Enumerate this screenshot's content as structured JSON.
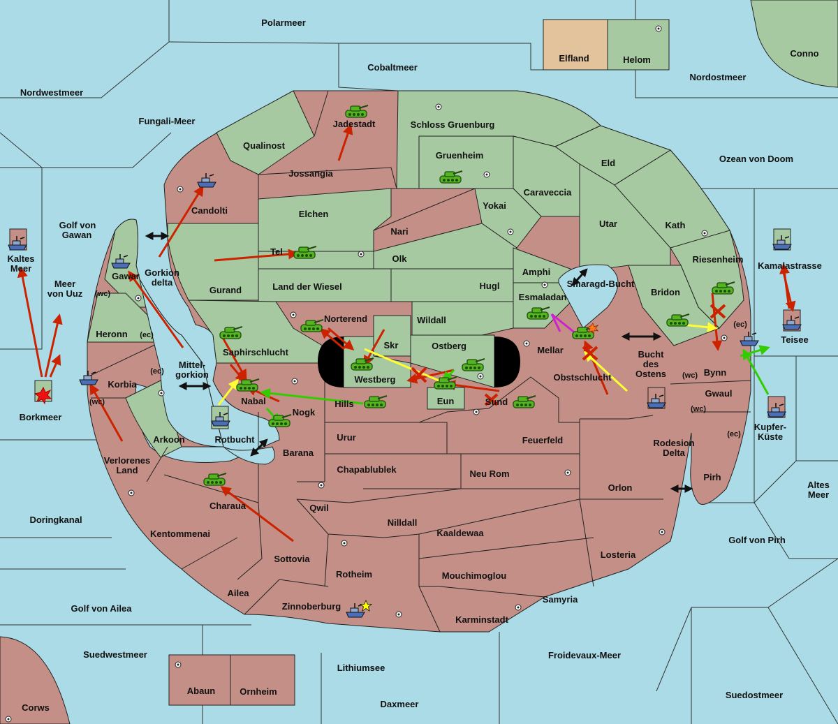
{
  "colors": {
    "sea": "#aadbe6",
    "neutral": "#a7c9a1",
    "red_power": "#c48f86",
    "elfland": "#e2c39b",
    "border": "#222222",
    "order_red": "#cc2200",
    "order_yellow": "#ffff33",
    "order_green": "#33cc00",
    "order_magenta": "#cc22cc",
    "supply_center": "#ffffff"
  },
  "provinces": {
    "elfland": "Elfland",
    "helom": "Helom",
    "jadestadt": "Jadestadt",
    "schloss_gruenburg": "Schloss Gruenburg",
    "qualinost": "Qualinost",
    "jossangia": "Jossangia",
    "gruenheim": "Gruenheim",
    "eld": "Eld",
    "caraveccia": "Caraveccia",
    "yokai": "Yokai",
    "candolti": "Candolti",
    "elchen": "Elchen",
    "nari": "Nari",
    "utar": "Utar",
    "kath": "Kath",
    "tel": "Tel",
    "olk": "Olk",
    "riesenheim": "Riesenheim",
    "amphi": "Amphi",
    "gurand": "Gurand",
    "land_der_wiesel": "Land der Wiesel",
    "hugl": "Hugl",
    "bridon": "Bridon",
    "esmaladan": "Esmaladan",
    "norterend": "Norterend",
    "wildall": "Wildall",
    "gawar": "Gawar",
    "gorkion_delta": "Gorkion delta",
    "heronn": "Heronn",
    "skr": "Skr",
    "ostberg": "Ostberg",
    "mellar": "Mellar",
    "saphirschlucht": "Saphirschlucht",
    "westberg": "Westberg",
    "obstschlucht": "Obstschlucht",
    "bynn": "Bynn",
    "teisee": "Teisee",
    "korbia": "Korbia",
    "nabal": "Nabal",
    "hills": "Hills",
    "eun": "Eun",
    "sund": "Sund",
    "gwaul": "Gwaul",
    "nogk": "Nogk",
    "arkoon": "Arkoon",
    "rotbucht": "Rotbucht",
    "urur": "Urur",
    "feuerfeld": "Feuerfeld",
    "barana": "Barana",
    "rodesion_delta": "Rodesion Delta",
    "verlorenes_land": "Verlorenes Land",
    "chapablublek": "Chapablublek",
    "neu_rom": "Neu Rom",
    "pirh": "Pirh",
    "orlon": "Orlon",
    "qwil": "Qwil",
    "charaua": "Charaua",
    "nilldall": "Nilldall",
    "kaaldewaa": "Kaaldewaa",
    "kentommenai": "Kentommenai",
    "losteria": "Losteria",
    "sottovia": "Sottovia",
    "rotheim": "Rotheim",
    "mouchimoglou": "Mouchimoglou",
    "ailea": "Ailea",
    "samyria": "Samyria",
    "zinnoberburg": "Zinnoberburg",
    "karminstadt": "Karminstadt",
    "abaun": "Abaun",
    "ornheim": "Ornheim",
    "corws": "Corws",
    "conno": "Conno",
    "kaltes_meer": "Kaltes Meer",
    "borkmeer": "Borkmeer",
    "kamalastrasse": "Kamalastrasse",
    "kupfer_kueste": "Kupfer-Küste",
    "smaragd_bucht": "Smaragd-Bucht",
    "bucht_des_ostens": "Bucht des Ostens",
    "mittel_gorkion": "Mittel-gorkion",
    "golf_von_gawan": "Golf von Gawan",
    "meer_von_uuz": "Meer von Uuz"
  },
  "seas": {
    "polarmeer": "Polarmeer",
    "cobaltmeer": "Cobaltmeer",
    "nordostmeer": "Nordostmeer",
    "nordwestmeer": "Nordwestmeer",
    "fungali_meer": "Fungali-Meer",
    "ozean_von_doom": "Ozean von Doom",
    "altes_meer": "Altes Meer",
    "golf_von_pirh": "Golf von Pirh",
    "doringkanal": "Doringkanal",
    "golf_von_ailea": "Golf von Ailea",
    "suedwestmeer": "Suedwestmeer",
    "lithiumsee": "Lithiumsee",
    "froidevaux_meer": "Froidevaux-Meer",
    "daxmeer": "Daxmeer",
    "suedostmeer": "Suedostmeer"
  },
  "coasts": {
    "wc": "(wc)",
    "ec": "(ec)"
  },
  "icons": {
    "army": "tank-icon",
    "fleet": "ship-icon",
    "supply_center": "supply-center-icon",
    "dislodged": "explosion-icon",
    "failed_order": "cross-icon",
    "passage": "double-arrow-icon",
    "home_marker": "star-icon"
  }
}
